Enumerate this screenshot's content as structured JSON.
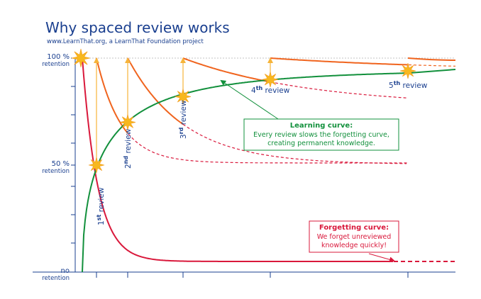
{
  "chart_data": {
    "type": "line",
    "title": "Why spaced review works",
    "subtitle": "www.LearnThat.org, a LearnThat Foundation project",
    "y_labels": {
      "top": [
        "100 %",
        "retention"
      ],
      "mid": [
        "50 %",
        "retention"
      ],
      "bottom": [
        "no",
        "retention"
      ]
    },
    "ylim": [
      0,
      100
    ],
    "reviews": [
      {
        "number": "1",
        "suffix": "st",
        "word": "review",
        "x": 1,
        "retention_before": 50,
        "retention_after": 100
      },
      {
        "number": "2",
        "suffix": "nd",
        "word": "review",
        "x": 2.5,
        "retention_before": 70,
        "retention_after": 100
      },
      {
        "number": "3",
        "suffix": "rd",
        "word": "review",
        "x": 5,
        "retention_before": 82,
        "retention_after": 100
      },
      {
        "number": "4",
        "suffix": "th",
        "word": "review",
        "x": 9,
        "retention_before": 90,
        "retention_after": 100
      },
      {
        "number": "5",
        "suffix": "th",
        "word": "review",
        "x": 15,
        "retention_before": 94,
        "retention_after": 98
      }
    ],
    "learning_curve": {
      "title": "Learning curve:",
      "text": [
        "Every review slows the forgetting curve,",
        "creating permanent knowledge."
      ],
      "color": "#12903c"
    },
    "forgetting_curve": {
      "title": "Forgetting curve:",
      "text": [
        "We forget unreviewed",
        "knowledge quickly!"
      ],
      "color": "#d9183b"
    },
    "after_review_color": "#f0641e",
    "star_color": "#f7b81e",
    "arrow_color": "#f6b43a",
    "axis_color": "#1a3f8f"
  }
}
